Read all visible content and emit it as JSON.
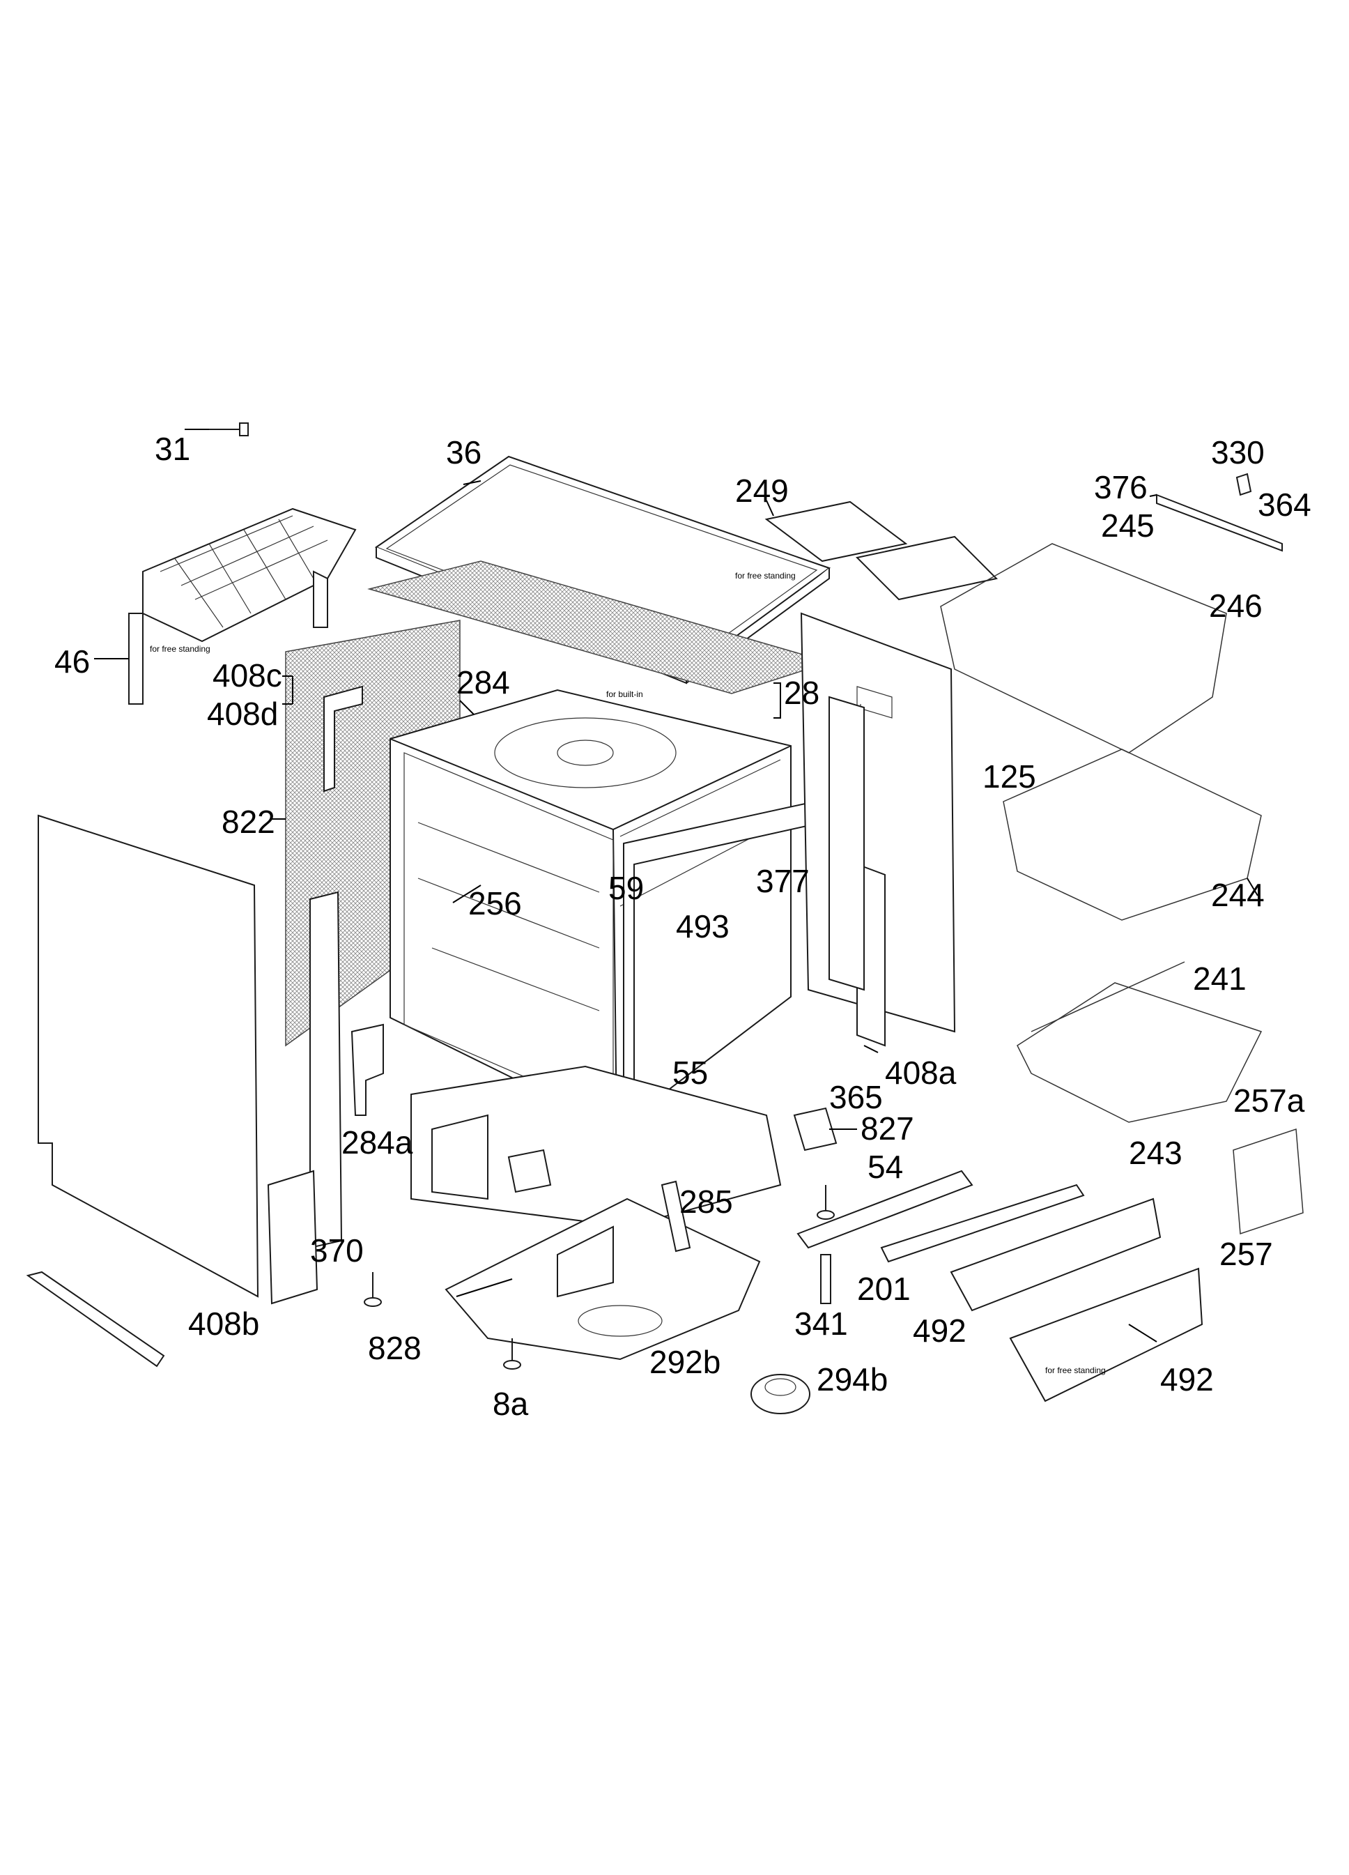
{
  "callouts": [
    "31",
    "36",
    "249",
    "376",
    "330",
    "245",
    "364",
    "246",
    "46",
    "408c",
    "408d",
    "284",
    "28",
    "822",
    "125",
    "59",
    "377",
    "256",
    "493",
    "244",
    "241",
    "55",
    "365",
    "408a",
    "257a",
    "284a",
    "827",
    "54",
    "243",
    "257",
    "285",
    "370",
    "201",
    "408b",
    "828",
    "341",
    "492",
    "292b",
    "8a",
    "294b",
    "492"
  ],
  "notes": {
    "for_free_standing": "for free standing",
    "for_built_in": "for built-in"
  }
}
